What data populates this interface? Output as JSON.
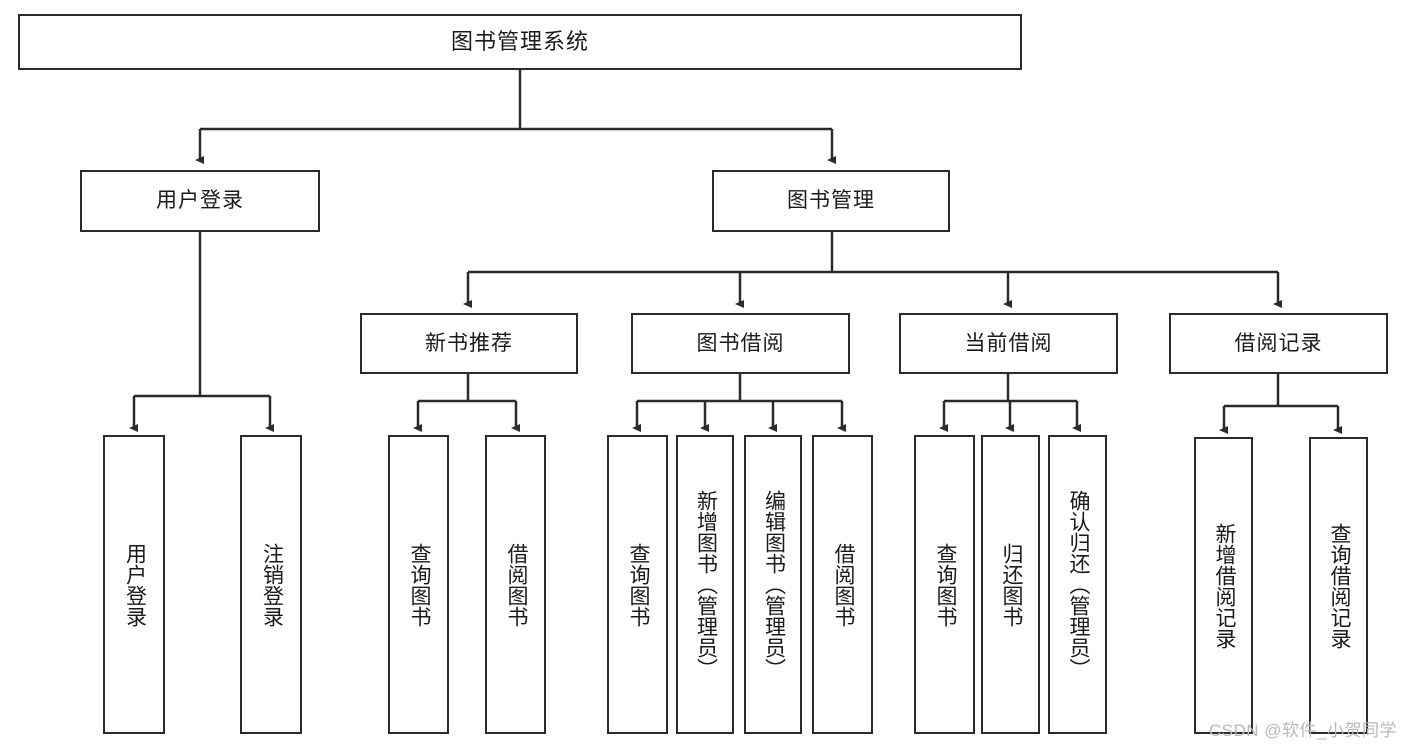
{
  "diagram": {
    "title": "图书管理系统",
    "type": "functional-decomposition-tree",
    "colors": {
      "box_border": "#2b2b2b",
      "box_fill": "#ffffff",
      "connector": "#2b2b2b",
      "watermark": "#b9b9b9",
      "page_background": "#ffffff"
    },
    "root": {
      "label": "图书管理系统"
    },
    "level2": [
      {
        "label": "用户登录"
      },
      {
        "label": "图书管理"
      }
    ],
    "level3": [
      {
        "label": "新书推荐"
      },
      {
        "label": "图书借阅"
      },
      {
        "label": "当前借阅"
      },
      {
        "label": "借阅记录"
      }
    ],
    "leaves": {
      "user_login": [
        {
          "label": "用户登录"
        },
        {
          "label": "注销登录"
        }
      ],
      "new_book_recommend": [
        {
          "label": "查询图书"
        },
        {
          "label": "借阅图书"
        }
      ],
      "book_borrow": [
        {
          "label": "查询图书"
        },
        {
          "label": "新增图书（管理员）"
        },
        {
          "label": "编辑图书（管理员）"
        },
        {
          "label": "借阅图书"
        }
      ],
      "current_borrow": [
        {
          "label": "查询图书"
        },
        {
          "label": "归还图书"
        },
        {
          "label": "确认归还（管理员）"
        }
      ],
      "borrow_record": [
        {
          "label": "新增借阅记录"
        },
        {
          "label": "查询借阅记录"
        }
      ]
    },
    "watermark": "CSDN @软件_小贺同学"
  }
}
